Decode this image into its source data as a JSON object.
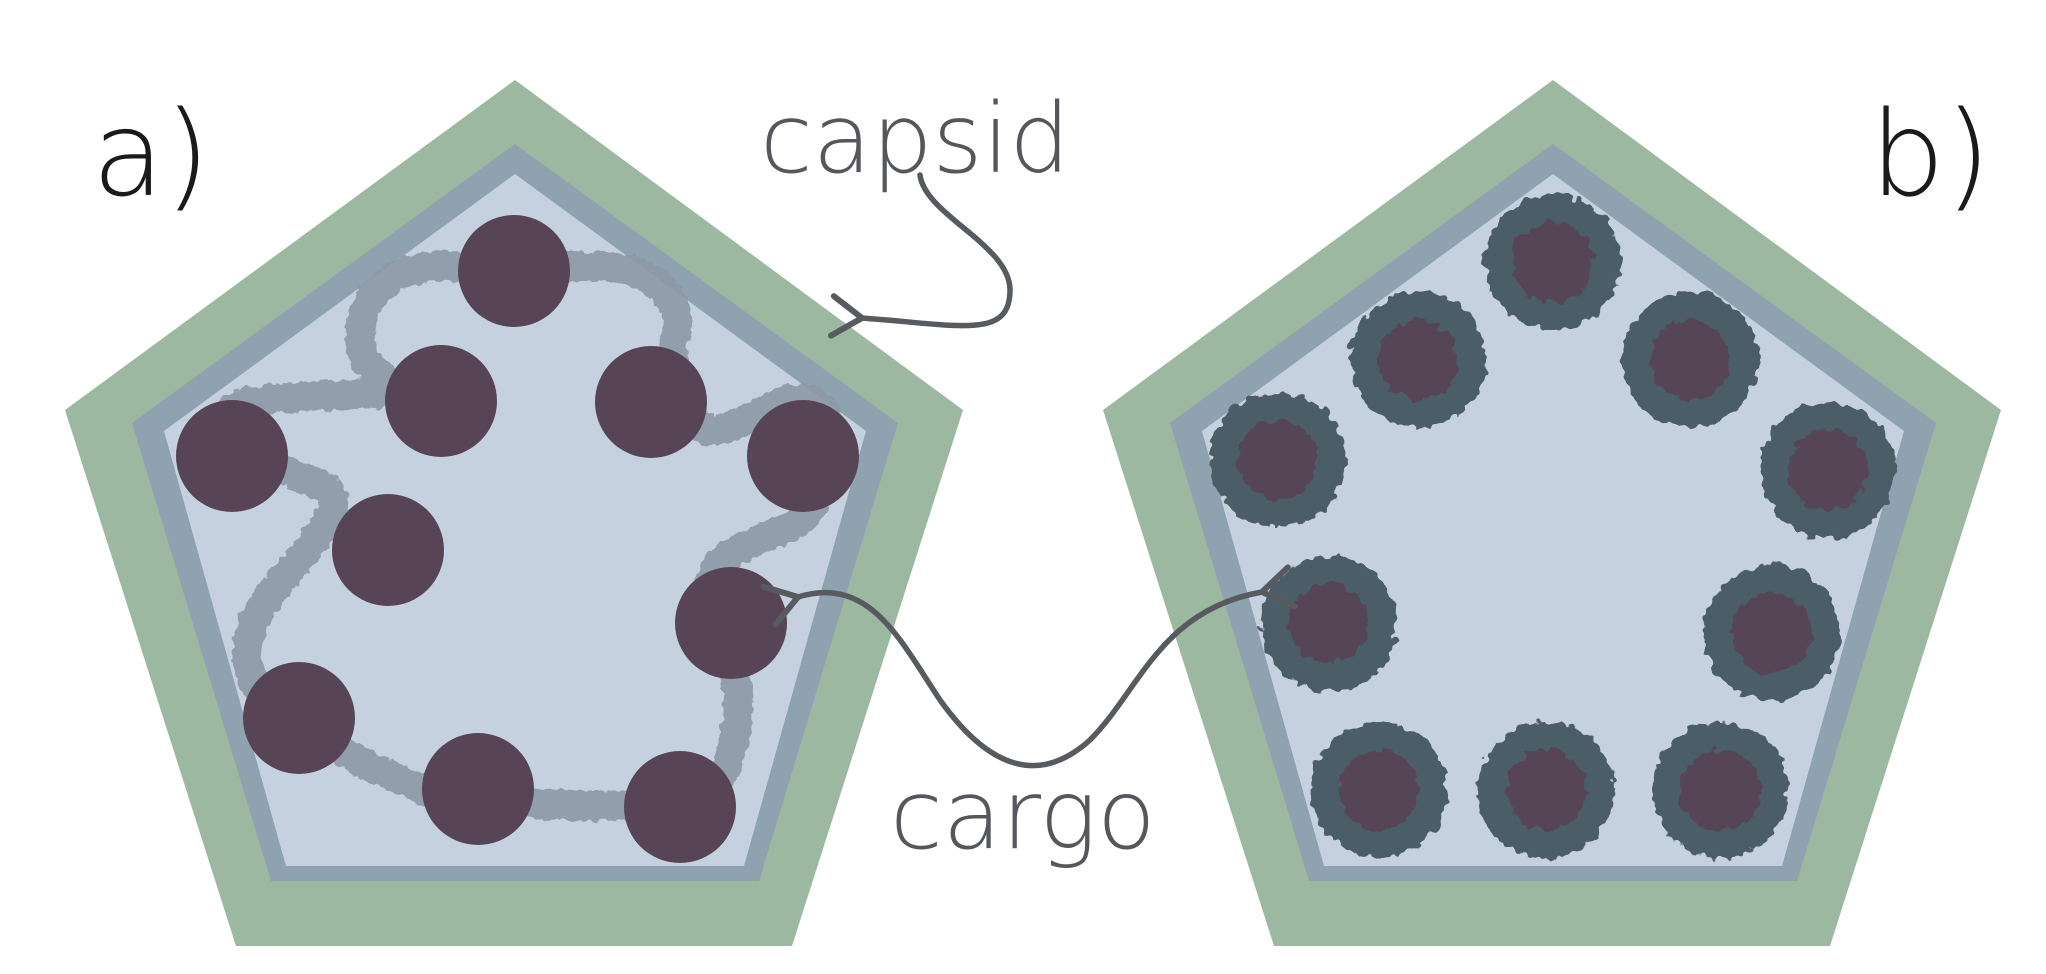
{
  "labels": {
    "panel_a": "a)",
    "panel_b": "b)",
    "capsid": "capsid",
    "cargo": "cargo"
  },
  "colors": {
    "background": "#ffffff",
    "outer_shell": "#9db8a1",
    "inner_band": "#8ea2b0",
    "interior": "#c6d1df",
    "cargo_core": "#574456",
    "cargo_halo": "#4b5d66",
    "strand": "#8d99a6",
    "arrow": "#575a5e",
    "capsid_text": "#55575c",
    "panel_text": "#1a1a1a"
  }
}
